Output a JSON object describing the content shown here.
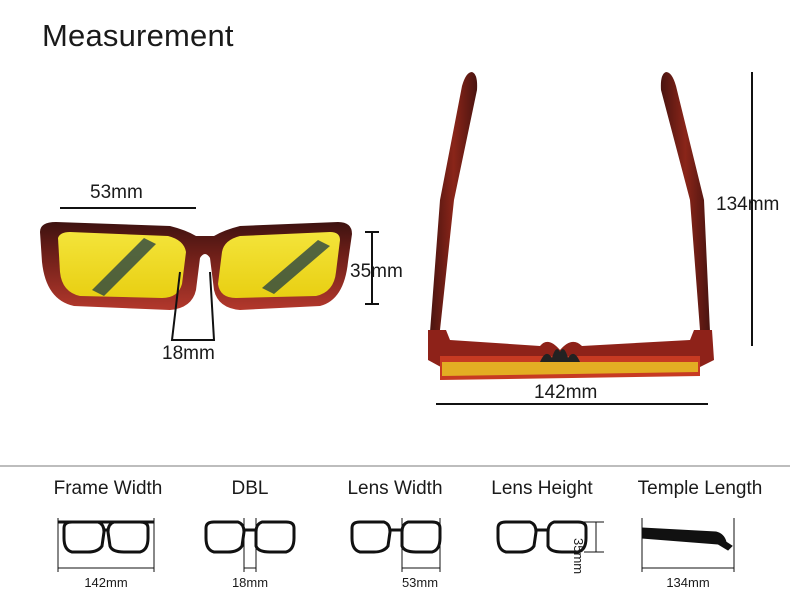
{
  "page": {
    "title": "Measurement"
  },
  "front_view": {
    "lens_width_label": "53mm",
    "lens_height_label": "35mm",
    "bridge_label": "18mm"
  },
  "top_view": {
    "temple_length_label": "134mm",
    "frame_width_label": "142mm"
  },
  "specs": [
    {
      "title": "Frame Width",
      "value": "142mm"
    },
    {
      "title": "DBL",
      "value": "18mm"
    },
    {
      "title": "Lens Width",
      "value": "53mm"
    },
    {
      "title": "Lens Height",
      "value": "35mm"
    },
    {
      "title": "Temple Length",
      "value": "134mm"
    }
  ],
  "colors": {
    "frame_tortoise": "#5a1a14",
    "frame_red": "#9e2a22",
    "lens_yellow": "#f2e020",
    "line": "#111111",
    "divider": "#bdbdbd"
  }
}
